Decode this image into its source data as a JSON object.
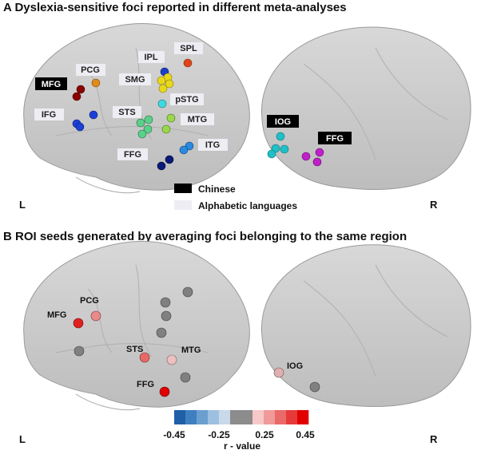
{
  "panel_a": {
    "title": "A  Dyslexia-sensitive foci reported in different meta-analyses",
    "left_hemi_label": "L",
    "right_hemi_label": "R",
    "region_labels": {
      "mfg": "MFG",
      "pcg": "PCG",
      "ipl": "IPL",
      "spl": "SPL",
      "smg": "SMG",
      "pstg": "pSTG",
      "ifg": "IFG",
      "sts": "STS",
      "mtg": "MTG",
      "itg": "ITG",
      "ffg": "FFG",
      "iog_r": "IOG",
      "ffg_r": "FFG"
    },
    "legend": {
      "chinese": "Chinese",
      "alphabetic": "Alphabetic languages"
    },
    "colors": {
      "chinese_box": "#000000",
      "alphabetic_box": "#ededf3"
    }
  },
  "panel_b": {
    "title": "B  ROI seeds generated by averaging foci belonging to the same region",
    "left_hemi_label": "L",
    "right_hemi_label": "R",
    "region_labels": {
      "mfg": "MFG",
      "pcg": "PCG",
      "sts": "STS",
      "mtg": "MTG",
      "ffg": "FFG",
      "iog": "IOG"
    },
    "colorbar": {
      "ticks": [
        "-0.45",
        "-0.25",
        "0.25",
        "0.45"
      ],
      "label": "r - value",
      "colors": [
        "#1f5fa8",
        "#3f7fc0",
        "#6a9fd0",
        "#9ec0e0",
        "#c9d9ea",
        "#8c8c8c",
        "#8c8c8c",
        "#f7c8c8",
        "#f09a9a",
        "#ea6a6a",
        "#e63a3a",
        "#e00000"
      ]
    }
  }
}
